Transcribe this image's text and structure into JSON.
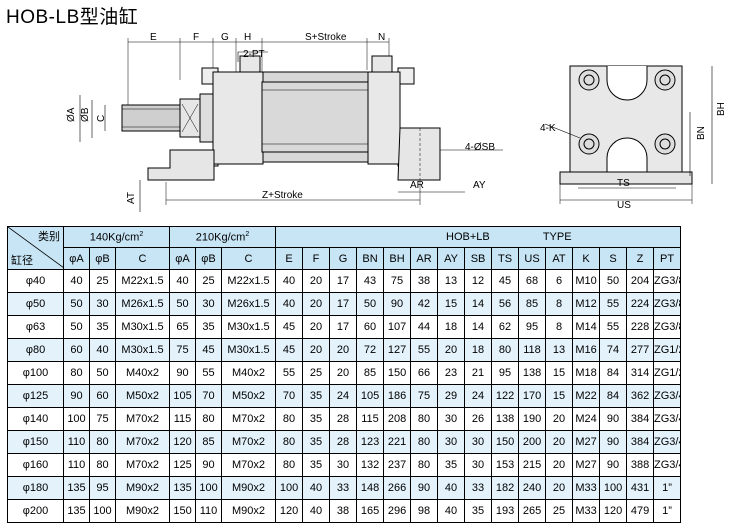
{
  "title": "HOB-LB型油缸",
  "drawing": {
    "labels": {
      "E": "E",
      "F": "F",
      "G": "G",
      "H": "H",
      "S_stroke": "S+Stroke",
      "N": "N",
      "two_PT": "2-PT",
      "phiA": "ØA",
      "phiB": "ØB",
      "C": "C",
      "AT": "AT",
      "Z_stroke": "Z+Stroke",
      "AR": "AR",
      "AY": "AY",
      "four_SB": "4-ØSB",
      "four_K": "4-K",
      "BN": "BN",
      "BH": "BH",
      "TS": "TS",
      "US": "US"
    }
  },
  "table": {
    "corner_top": "类别",
    "corner_bottom": "缸径",
    "group_140": "140Kg/cm",
    "group_210": "210Kg/cm",
    "sup": "2",
    "group_type_a": "HOB+LB",
    "group_type_b": "TYPE",
    "columns": [
      "φA",
      "φB",
      "C",
      "φA",
      "φB",
      "C",
      "E",
      "F",
      "G",
      "BN",
      "BH",
      "AR",
      "AY",
      "SB",
      "TS",
      "US",
      "AT",
      "K",
      "S",
      "Z",
      "PT"
    ],
    "rows": [
      [
        "φ40",
        "40",
        "25",
        "M22x1.5",
        "40",
        "25",
        "M22x1.5",
        "40",
        "20",
        "17",
        "43",
        "75",
        "38",
        "13",
        "12",
        "45",
        "68",
        "6",
        "M10",
        "50",
        "204",
        "ZG3/8"
      ],
      [
        "φ50",
        "50",
        "30",
        "M26x1.5",
        "50",
        "30",
        "M26x1.5",
        "40",
        "20",
        "17",
        "50",
        "90",
        "42",
        "15",
        "14",
        "56",
        "85",
        "8",
        "M12",
        "55",
        "224",
        "ZG3/8"
      ],
      [
        "φ63",
        "50",
        "35",
        "M30x1.5",
        "65",
        "35",
        "M30x1.5",
        "45",
        "20",
        "17",
        "60",
        "107",
        "44",
        "18",
        "14",
        "62",
        "95",
        "8",
        "M14",
        "55",
        "228",
        "ZG3/8"
      ],
      [
        "φ80",
        "60",
        "40",
        "M30x1.5",
        "75",
        "45",
        "M30x1.5",
        "45",
        "20",
        "20",
        "72",
        "127",
        "55",
        "20",
        "18",
        "80",
        "118",
        "13",
        "M16",
        "74",
        "277",
        "ZG1/2"
      ],
      [
        "φ100",
        "80",
        "50",
        "M40x2",
        "90",
        "55",
        "M40x2",
        "55",
        "25",
        "20",
        "85",
        "150",
        "66",
        "23",
        "21",
        "95",
        "138",
        "15",
        "M18",
        "84",
        "314",
        "ZG1/2"
      ],
      [
        "φ125",
        "90",
        "60",
        "M50x2",
        "105",
        "70",
        "M50x2",
        "70",
        "35",
        "24",
        "105",
        "186",
        "75",
        "29",
        "24",
        "122",
        "170",
        "15",
        "M22",
        "84",
        "362",
        "ZG3/4"
      ],
      [
        "φ140",
        "100",
        "75",
        "M70x2",
        "115",
        "80",
        "M70x2",
        "80",
        "35",
        "28",
        "115",
        "208",
        "80",
        "30",
        "26",
        "138",
        "190",
        "20",
        "M24",
        "90",
        "384",
        "ZG3/4"
      ],
      [
        "φ150",
        "110",
        "80",
        "M70x2",
        "120",
        "85",
        "M70x2",
        "80",
        "35",
        "28",
        "123",
        "221",
        "80",
        "30",
        "30",
        "150",
        "200",
        "20",
        "M27",
        "90",
        "384",
        "ZG3/4"
      ],
      [
        "φ160",
        "110",
        "80",
        "M70x2",
        "125",
        "90",
        "M70x2",
        "80",
        "35",
        "30",
        "132",
        "237",
        "80",
        "35",
        "30",
        "153",
        "215",
        "20",
        "M27",
        "90",
        "388",
        "ZG3/4"
      ],
      [
        "φ180",
        "135",
        "95",
        "M90x2",
        "135",
        "100",
        "M90x2",
        "100",
        "40",
        "33",
        "148",
        "266",
        "90",
        "40",
        "33",
        "182",
        "240",
        "20",
        "M33",
        "100",
        "431",
        "1”"
      ],
      [
        "φ200",
        "135",
        "100",
        "M90x2",
        "150",
        "110",
        "M90x2",
        "120",
        "40",
        "38",
        "165",
        "296",
        "98",
        "40",
        "35",
        "193",
        "265",
        "25",
        "M33",
        "120",
        "479",
        "1”"
      ]
    ]
  }
}
